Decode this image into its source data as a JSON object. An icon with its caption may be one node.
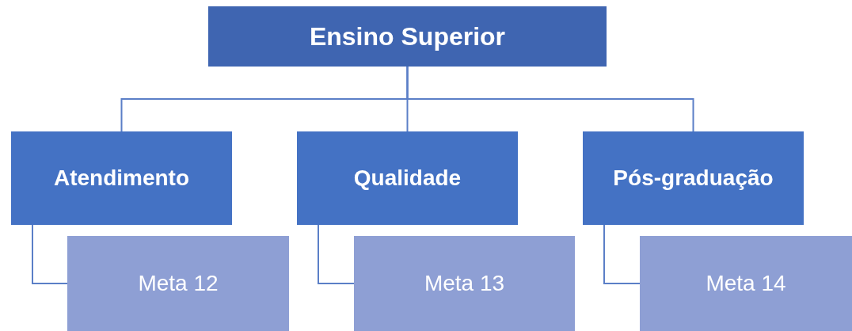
{
  "diagram": {
    "nodes": [
      {
        "text": [
          "Ensino Superior"
        ]
      },
      {
        "text": [
          "Atendimento"
        ]
      },
      {
        "text": [
          "Qualidade"
        ]
      },
      {
        "text": [
          "Pós-graduação"
        ]
      },
      {
        "text": [
          "Meta 12"
        ]
      },
      {
        "text": [
          "Meta 13"
        ]
      },
      {
        "text": [
          "Meta 14"
        ]
      }
    ],
    "edges": [
      {
        "from": 0,
        "to": 1,
        "arrow": "none"
      },
      {
        "from": 0,
        "to": 2,
        "arrow": "none"
      },
      {
        "from": 0,
        "to": 3,
        "arrow": "none"
      },
      {
        "from": 1,
        "to": 4,
        "arrow": "none"
      },
      {
        "from": 2,
        "to": 5,
        "arrow": "none"
      },
      {
        "from": 3,
        "to": 6,
        "arrow": "none"
      }
    ]
  }
}
